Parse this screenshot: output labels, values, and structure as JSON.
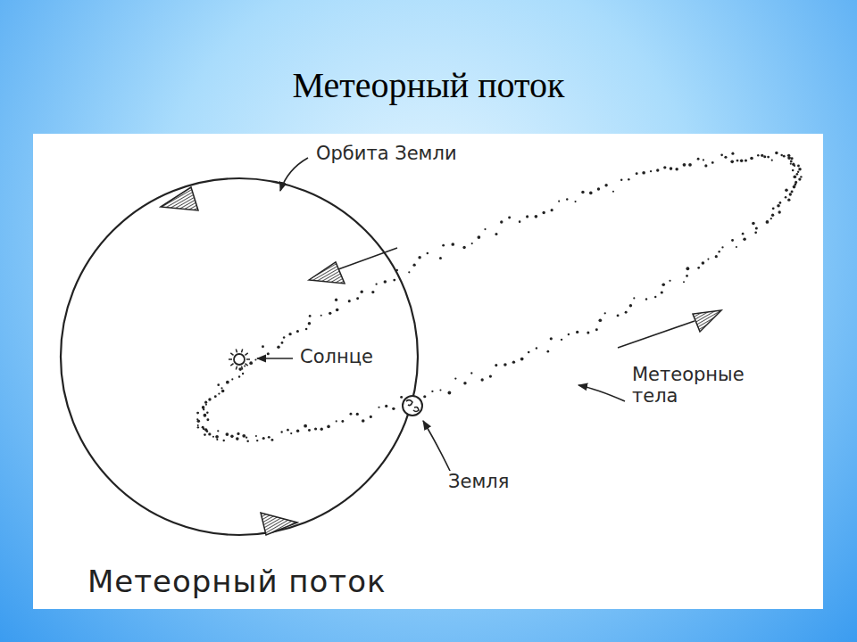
{
  "diagram": {
    "title": "Метеорный поток",
    "caption": "Метеорный поток",
    "labels": [
      "Орбита Земли",
      "Солнце",
      "Метеорные тела",
      "Земля"
    ]
  }
}
